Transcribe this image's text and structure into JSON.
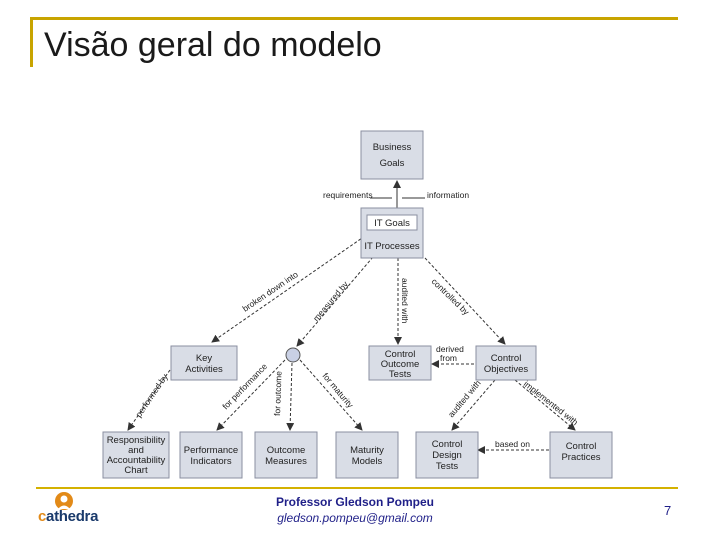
{
  "title": "Visão geral do modelo",
  "diagram": {
    "nodes": {
      "business_goals": [
        "Business",
        "Goals"
      ],
      "it_goals": "IT Goals",
      "it_processes": "IT Processes",
      "key_activities": [
        "Key",
        "Activities"
      ],
      "control_outcome_tests": [
        "Control",
        "Outcome",
        "Tests"
      ],
      "control_objectives": [
        "Control",
        "Objectives"
      ],
      "raci_chart": [
        "Responsibility",
        "and",
        "Accountability",
        "Chart"
      ],
      "performance_indicators": [
        "Performance",
        "Indicators"
      ],
      "outcome_measures": [
        "Outcome",
        "Measures"
      ],
      "maturity_models": [
        "Maturity",
        "Models"
      ],
      "control_design_tests": [
        "Control",
        "Design",
        "Tests"
      ],
      "control_practices": [
        "Control",
        "Practices"
      ]
    },
    "edge_labels": {
      "requirements": "requirements",
      "information": "information",
      "broken_down_into": "broken down into",
      "measured_by": "measured by",
      "audited_with_1": "audited with",
      "controlled_by": "controlled by",
      "derived_from": [
        "derived",
        "from"
      ],
      "performed_by": "performed by",
      "for_performance": "for performance",
      "for_outcome": "for outcome",
      "for_maturity": "for maturity",
      "audited_with_2": "audited with",
      "implemented_with": "implemented with",
      "based_on": "based on"
    }
  },
  "footer": {
    "name": "Professor Gledson Pompeu",
    "email": "gledson.pompeu@gmail.com",
    "page": "7"
  },
  "logo": {
    "letter": "c",
    "rest": "athedra"
  },
  "colors": {
    "accent": "#c8a400",
    "box_fill": "#d9dde6",
    "box_stroke": "#8a8fa0",
    "footer_text": "#1f1f88"
  }
}
